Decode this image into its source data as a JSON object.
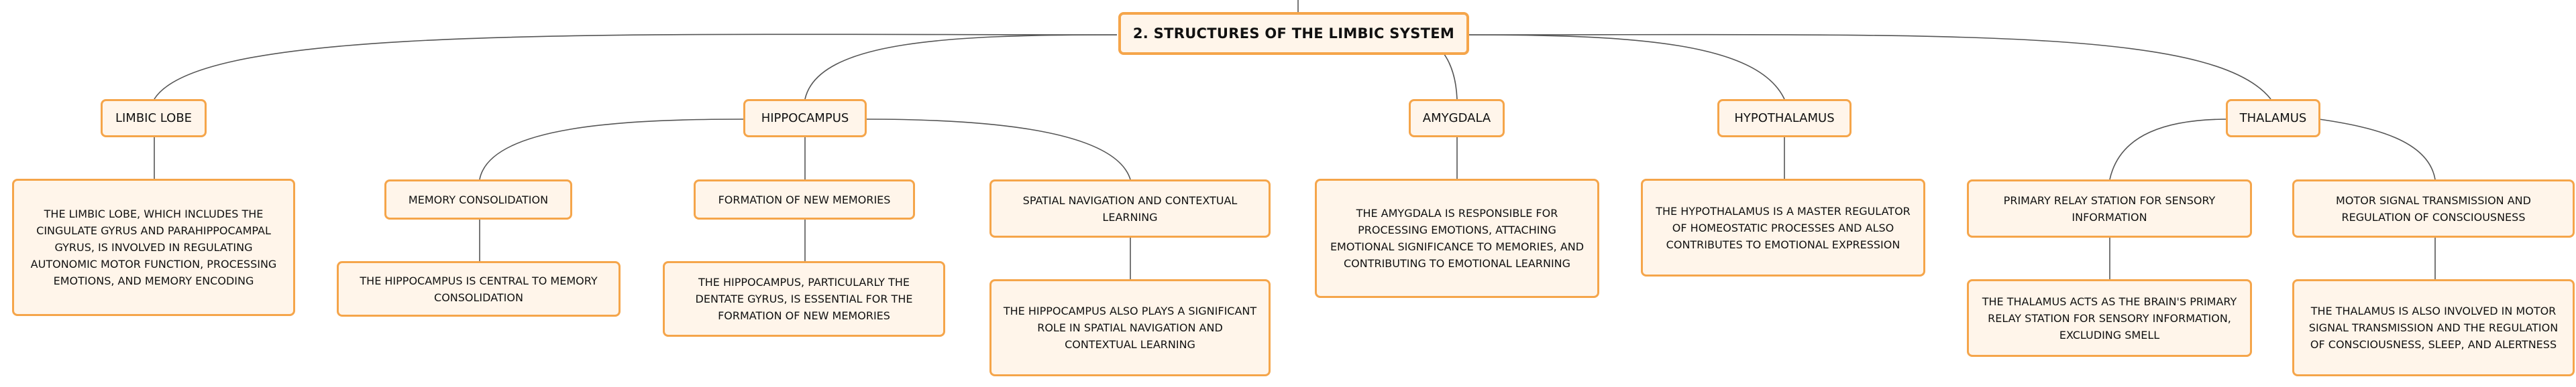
{
  "root": {
    "label": "2. STRUCTURES OF THE LIMBIC SYSTEM"
  },
  "branches": [
    {
      "label": "LIMBIC LOBE",
      "children": [
        {
          "label": "THE LIMBIC LOBE, WHICH INCLUDES THE CINGULATE GYRUS AND PARAHIPPOCAMPAL GYRUS, IS INVOLVED IN REGULATING AUTONOMIC MOTOR FUNCTION, PROCESSING EMOTIONS, AND MEMORY ENCODING"
        }
      ]
    },
    {
      "label": "HIPPOCAMPUS",
      "children": [
        {
          "label": "MEMORY CONSOLIDATION",
          "detail": "THE HIPPOCAMPUS IS CENTRAL TO MEMORY CONSOLIDATION"
        },
        {
          "label": "FORMATION OF NEW MEMORIES",
          "detail": "THE HIPPOCAMPUS, PARTICULARLY THE DENTATE GYRUS, IS ESSENTIAL FOR THE FORMATION OF NEW MEMORIES"
        },
        {
          "label": "SPATIAL NAVIGATION AND CONTEXTUAL LEARNING",
          "detail": "THE HIPPOCAMPUS ALSO PLAYS A SIGNIFICANT ROLE IN SPATIAL NAVIGATION AND CONTEXTUAL LEARNING"
        }
      ]
    },
    {
      "label": "AMYGDALA",
      "children": [
        {
          "label": "THE AMYGDALA IS RESPONSIBLE FOR PROCESSING EMOTIONS, ATTACHING EMOTIONAL SIGNIFICANCE TO MEMORIES, AND CONTRIBUTING TO EMOTIONAL LEARNING"
        }
      ]
    },
    {
      "label": "HYPOTHALAMUS",
      "children": [
        {
          "label": "THE HYPOTHALAMUS IS A MASTER REGULATOR OF HOMEOSTATIC PROCESSES AND ALSO CONTRIBUTES TO EMOTIONAL EXPRESSION"
        }
      ]
    },
    {
      "label": "THALAMUS",
      "children": [
        {
          "label": "PRIMARY RELAY STATION FOR SENSORY INFORMATION",
          "detail": "THE THALAMUS ACTS AS THE BRAIN'S PRIMARY RELAY STATION FOR SENSORY INFORMATION, EXCLUDING SMELL"
        },
        {
          "label": "MOTOR SIGNAL TRANSMISSION AND REGULATION OF CONSCIOUSNESS",
          "detail": "THE THALAMUS IS ALSO INVOLVED IN MOTOR SIGNAL TRANSMISSION AND THE REGULATION OF CONSCIOUSNESS, SLEEP, AND ALERTNESS"
        }
      ]
    }
  ],
  "colors": {
    "border": "#f5a54a",
    "fill": "#fff5ea",
    "line": "#555555",
    "text": "#111111"
  }
}
